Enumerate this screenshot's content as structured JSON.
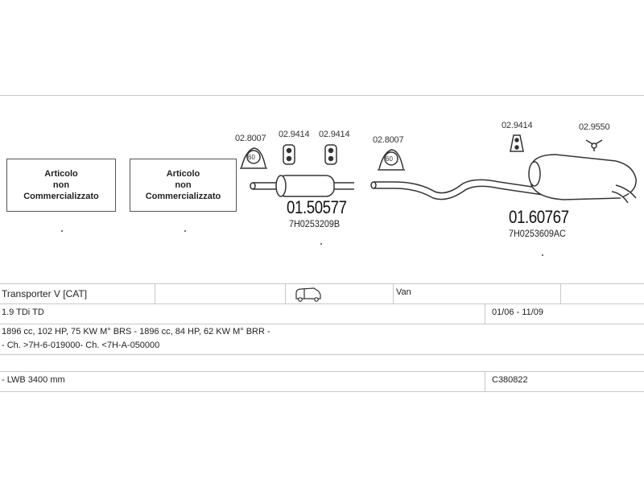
{
  "boxes": [
    {
      "line1": "Articolo",
      "line2": "non",
      "line3": "Commercializzato"
    },
    {
      "line1": "Articolo",
      "line2": "non",
      "line3": "Commercializzato"
    }
  ],
  "accessories": {
    "clamp_left": "02.8007",
    "hanger_a": "02.9414",
    "hanger_b": "02.9414",
    "clamp_mid": "02.8007",
    "hanger_right": "02.9414",
    "hanger_far": "02.9550"
  },
  "clamp_size": "60",
  "parts": {
    "front": {
      "number": "01.50577",
      "oem": "7H0253209B"
    },
    "rear": {
      "number": "01.60767",
      "oem": "7H0253609AC"
    }
  },
  "table": {
    "model": "Transporter V [CAT]",
    "body_type": "Van",
    "engine": "1.9 TDi TD",
    "period": "01/06 - 11/09",
    "spec": "1896 cc, 102 HP, 75 KW M° BRS - 1896 cc, 84 HP, 62 KW M° BRR -",
    "chassis": "- Ch. >7H-6-019000- Ch. <7H-A-050000",
    "wheelbase": "- LWB 3400 mm",
    "code": "C380822"
  },
  "icons": [
    "van-icon",
    "exhaust-clamp-icon",
    "rubber-hanger-icon",
    "y-mount-icon",
    "silencer-icon"
  ]
}
